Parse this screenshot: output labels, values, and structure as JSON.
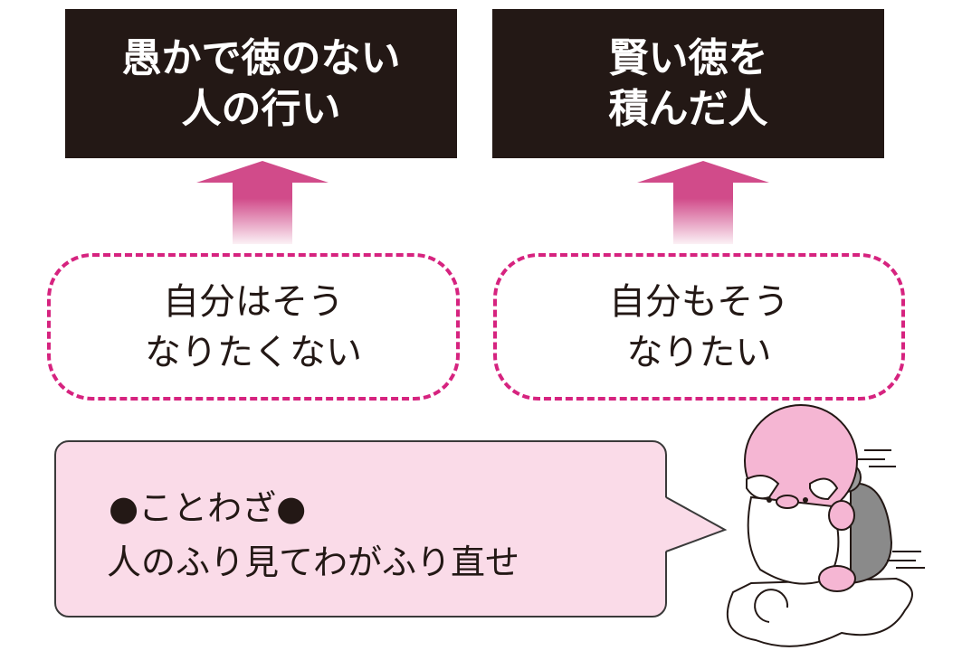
{
  "boxes": {
    "left": {
      "line1": "愚かで徳のない",
      "line2": "人の行い"
    },
    "right": {
      "line1": "賢い徳を",
      "line2": "積んだ人"
    }
  },
  "thoughts": {
    "left": {
      "line1": "自分はそうなりたくない",
      "line1a": "自分はそう",
      "line2": "なりたくない"
    },
    "right": {
      "line1a": "自分もそう",
      "line2": "なりたい"
    }
  },
  "proverb": {
    "heading": "●ことわざ●",
    "text": "人のふり見てわがふり直せ"
  },
  "colors": {
    "box": "#231815",
    "arrow": "#d14b8a",
    "dash": "#d6237f",
    "bubble": "#fadbe8"
  }
}
